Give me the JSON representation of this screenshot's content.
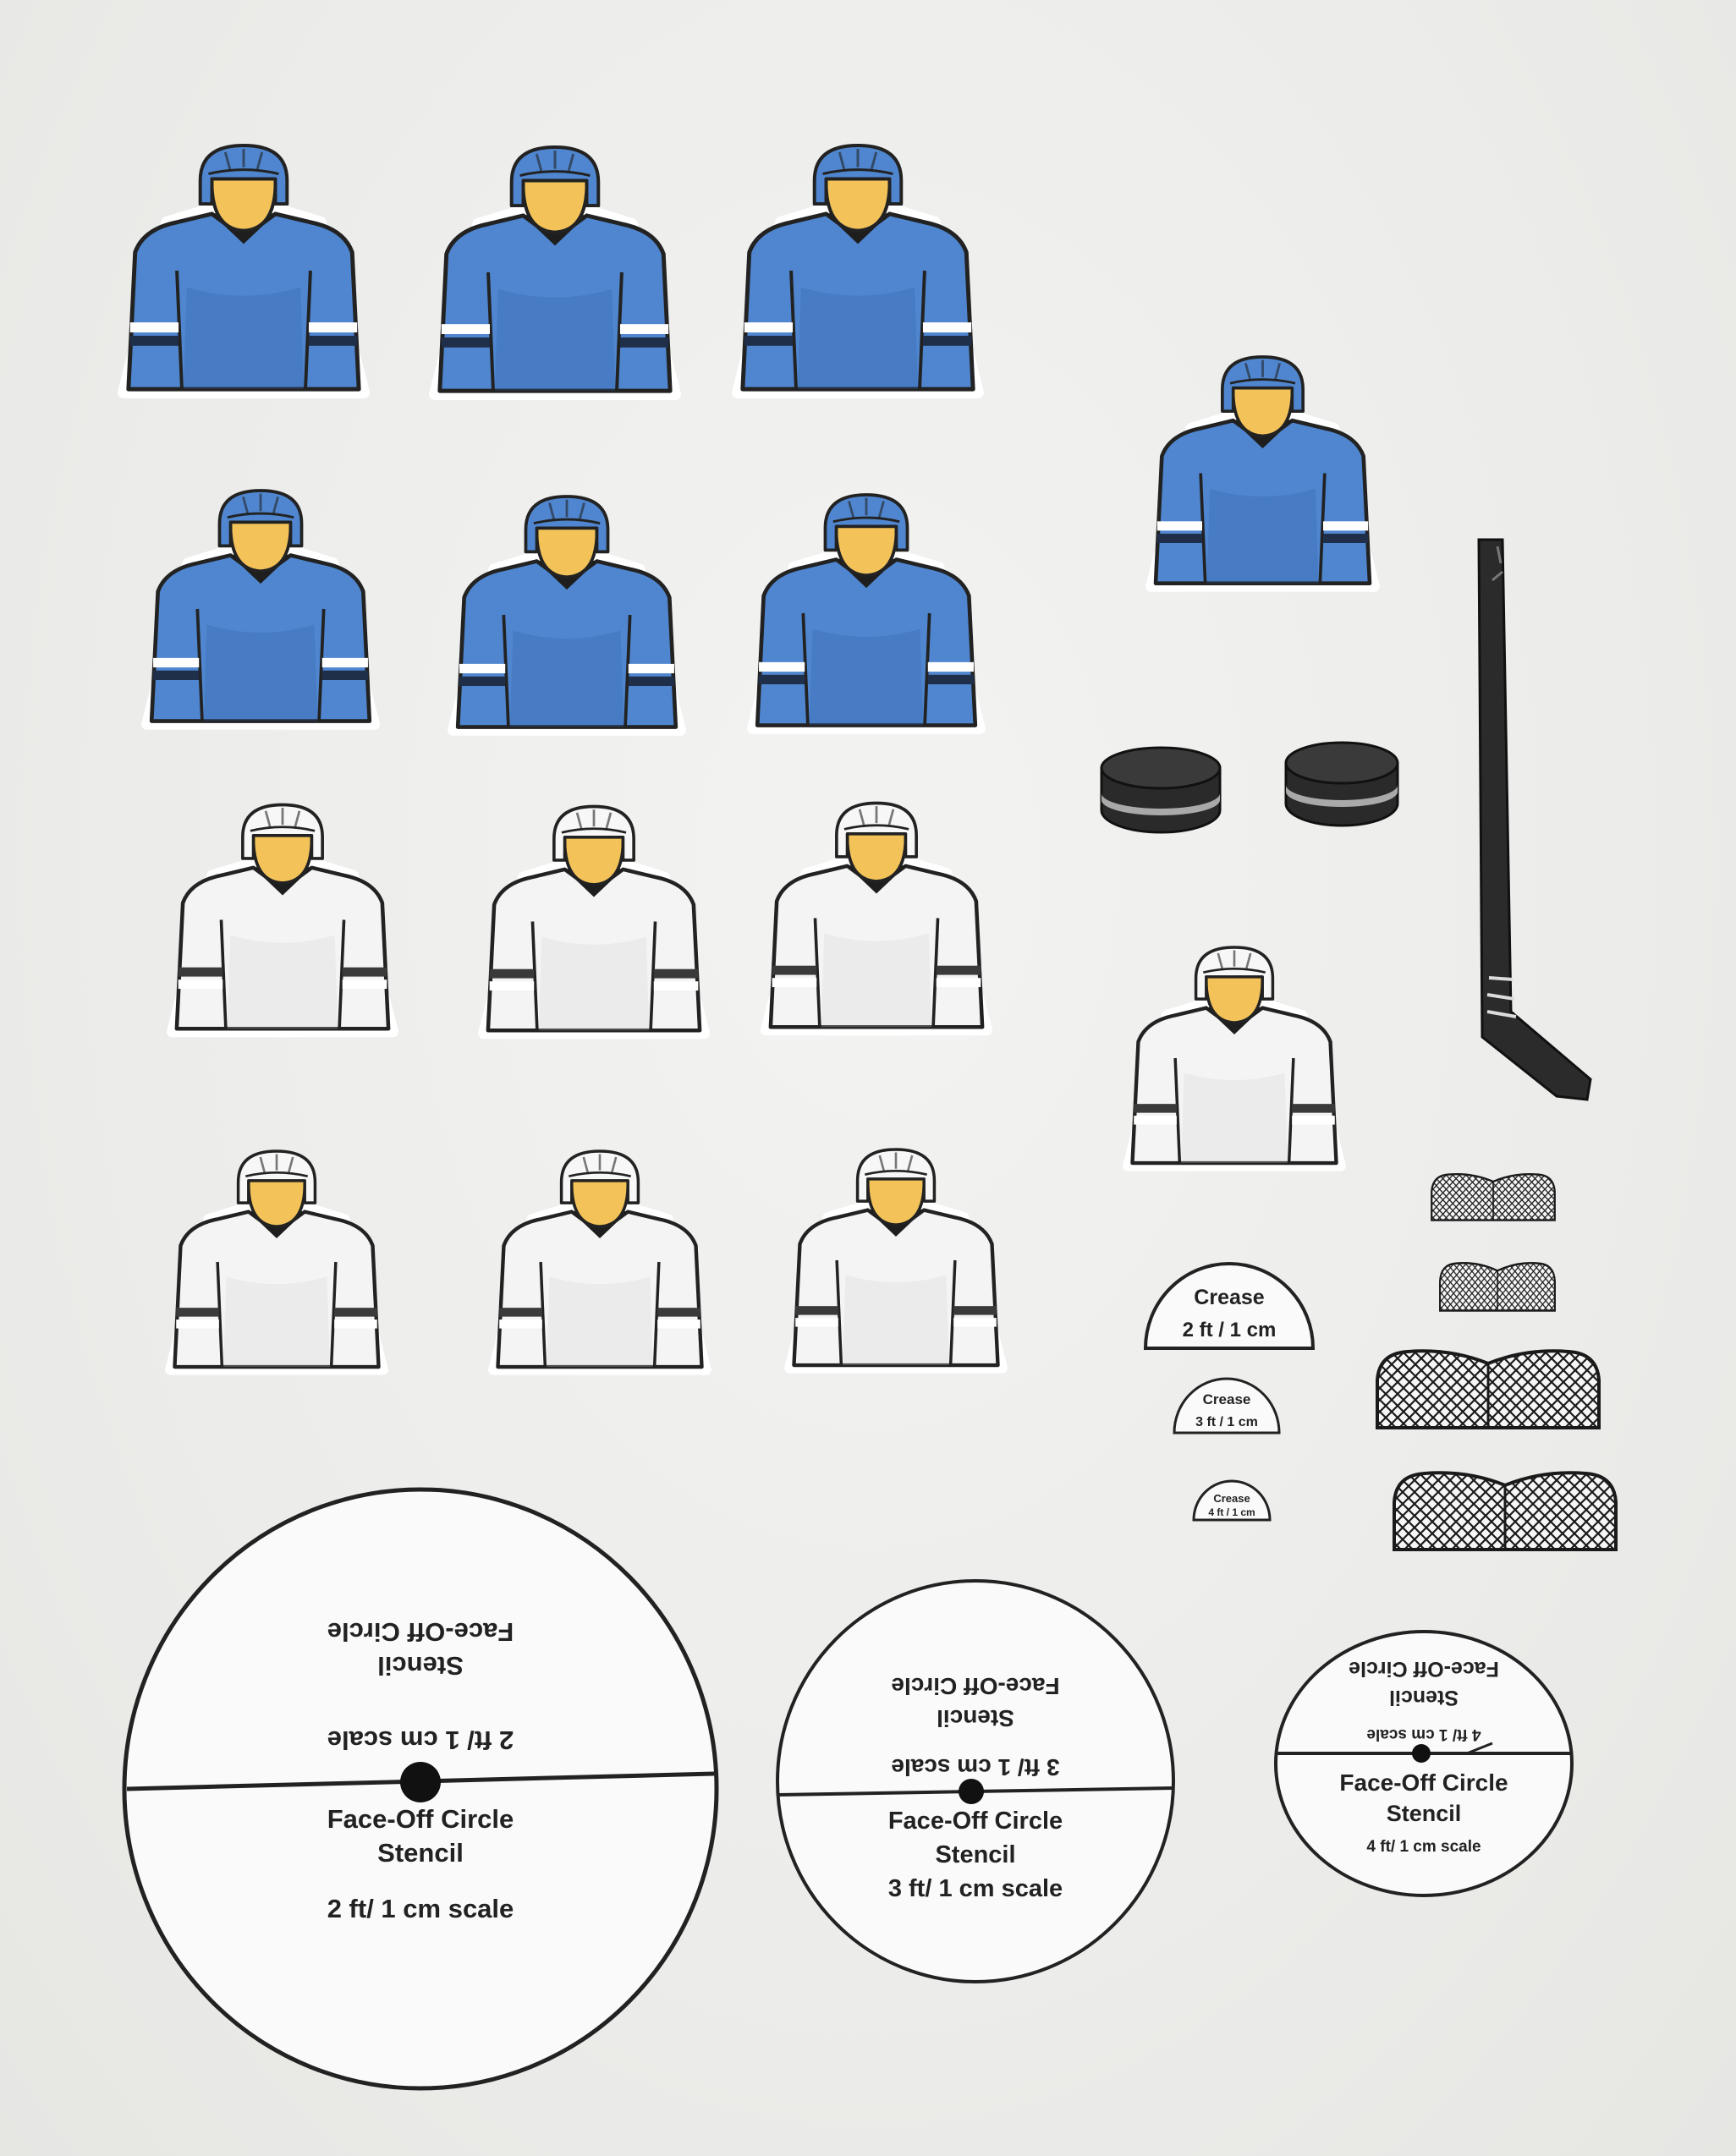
{
  "colors": {
    "background": "#efefec",
    "blue_jersey": "#4f86cf",
    "blue_jersey_dark": "#2f5d9e",
    "white_jersey": "#f4f4f4",
    "face": "#f3c35a",
    "outline": "#222222",
    "puck": "#2a2a2a",
    "puck_stripe": "#a9a9a9"
  },
  "players_blue": [
    {
      "id": "blue-1"
    },
    {
      "id": "blue-2"
    },
    {
      "id": "blue-3"
    },
    {
      "id": "blue-4"
    },
    {
      "id": "blue-5"
    },
    {
      "id": "blue-6"
    },
    {
      "id": "blue-7"
    }
  ],
  "players_white": [
    {
      "id": "white-1"
    },
    {
      "id": "white-2"
    },
    {
      "id": "white-3"
    },
    {
      "id": "white-4"
    },
    {
      "id": "white-5"
    },
    {
      "id": "white-6"
    },
    {
      "id": "white-7"
    }
  ],
  "pucks": [
    {
      "id": "puck-1"
    },
    {
      "id": "puck-2"
    }
  ],
  "stick": {
    "id": "hockey-stick"
  },
  "nets": [
    {
      "id": "net-1"
    },
    {
      "id": "net-2"
    },
    {
      "id": "net-3"
    },
    {
      "id": "net-4"
    }
  ],
  "creases": [
    {
      "title": "Crease",
      "scale": "2 ft / 1 cm"
    },
    {
      "title": "Crease",
      "scale": "3 ft / 1 cm"
    },
    {
      "title": "Crease",
      "scale": "4 ft / 1 cm"
    }
  ],
  "stencils": [
    {
      "title_line1": "Face-Off Circle",
      "title_line2": "Stencil",
      "scale": "2 ft/ 1 cm scale"
    },
    {
      "title_line1": "Face-Off Circle",
      "title_line2": "Stencil",
      "scale": "3 ft/ 1 cm scale"
    },
    {
      "title_line1": "Face-Off Circle",
      "title_line2": "Stencil",
      "scale": "4 ft/ 1 cm scale"
    }
  ]
}
